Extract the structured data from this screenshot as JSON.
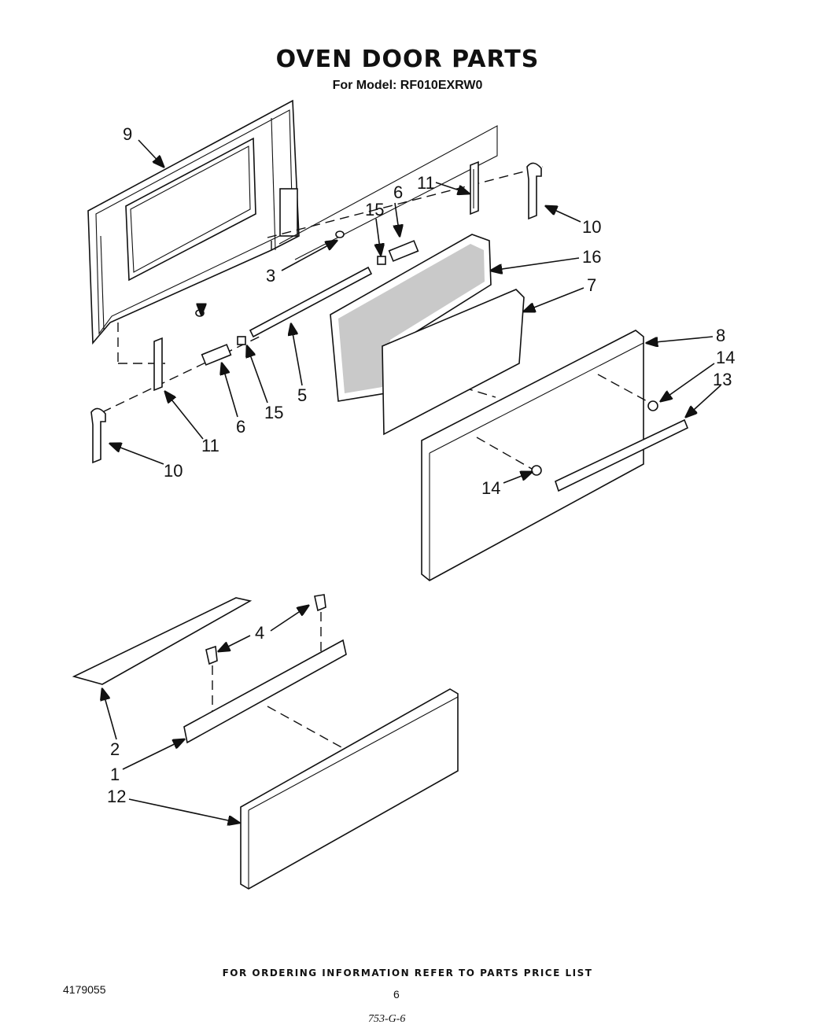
{
  "title": "OVEN DOOR PARTS",
  "subtitle": "For Model: RF010EXRW0",
  "footer": "FOR ORDERING INFORMATION REFER TO PARTS PRICE LIST",
  "document_number": "4179055",
  "page_number": "6",
  "handwritten_code": "753-G-6",
  "callouts": {
    "c9": "9",
    "c11a": "11",
    "c6a": "6",
    "c15a": "15",
    "c10a": "10",
    "c16": "16",
    "c3": "3",
    "c7": "7",
    "c8": "8",
    "c14a": "14",
    "c13": "13",
    "c5": "5",
    "c6b": "6",
    "c15b": "15",
    "c11b": "11",
    "c10b": "10",
    "c14b": "14",
    "c4": "4",
    "c2": "2",
    "c1": "1",
    "c12": "12"
  }
}
